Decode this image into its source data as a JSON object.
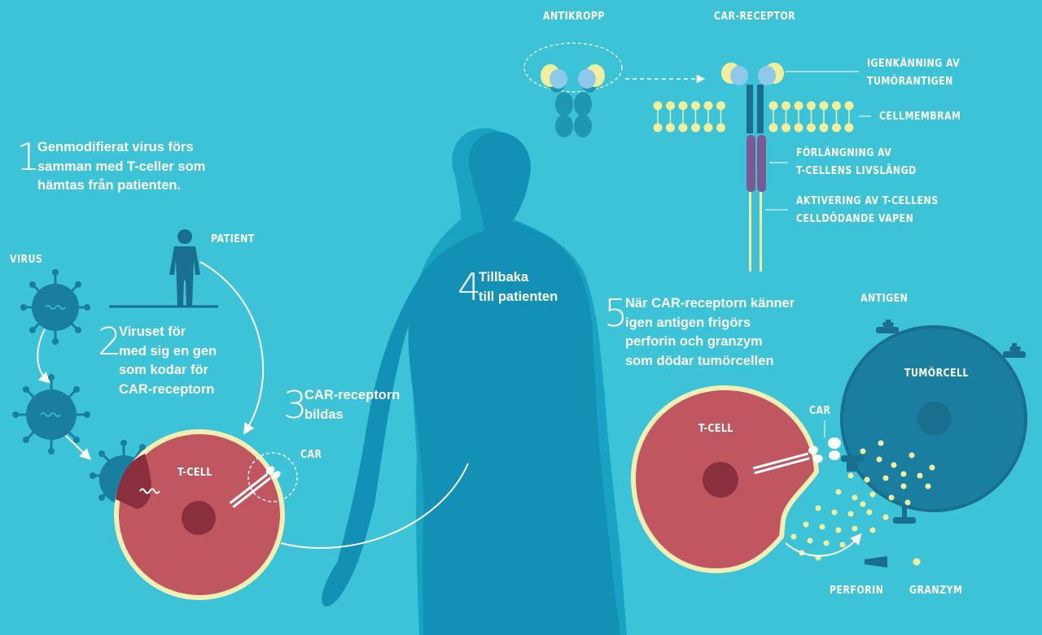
{
  "colors": {
    "background": "#3cc3d7",
    "figure": "#1290b5",
    "virus": "#1a7ea0",
    "t_cell": "#c0565f",
    "t_cell_rim": "#f3efb3",
    "tumor_cell": "#1a7ea0",
    "membrane": "#f1ef9c",
    "cd_domain": "#7b5a93"
  },
  "labels": {
    "antikropp": "ANTIKROPP",
    "car_receptor": "CAR-RECEPTOR",
    "igenkanning": [
      "IGENKÄNNING AV",
      "TUMÖRANTIGEN"
    ],
    "cellmembram": "CELLMEMBRAM",
    "forlangning": [
      "FÖRLÄNGNING AV",
      "T-CELLENS LIVSLÄNGD"
    ],
    "aktivering": [
      "AKTIVERING AV T-CELLENS",
      "CELLDÖDANDE VAPEN"
    ],
    "patient": "PATIENT",
    "virus": "VIRUS",
    "t_cell_left": "T-CELL",
    "car_left": "CAR",
    "antigen": "ANTIGEN",
    "tumorcell": "TUMÖRCELL",
    "t_cell_right": "T-CELL",
    "car_right": "CAR",
    "perforin": "PERFORIN",
    "granzym": "GRANZYM"
  },
  "steps": [
    {
      "number": "1",
      "lines": [
        "Genmodifierat virus förs",
        "samman med T-celler som",
        "hämtas från patienten."
      ]
    },
    {
      "number": "2",
      "lines": [
        "Viruset för",
        "med sig en gen",
        "som kodar för",
        "CAR-receptorn"
      ]
    },
    {
      "number": "3",
      "lines": [
        "CAR-receptorn",
        "bildas"
      ]
    },
    {
      "number": "4",
      "lines": [
        "Tillbaka",
        "till patienten"
      ]
    },
    {
      "number": "5",
      "lines": [
        "När CAR-receptorn känner",
        "igen antigen frigörs",
        "perforin och granzym",
        "som dödar tumörcellen"
      ]
    }
  ]
}
